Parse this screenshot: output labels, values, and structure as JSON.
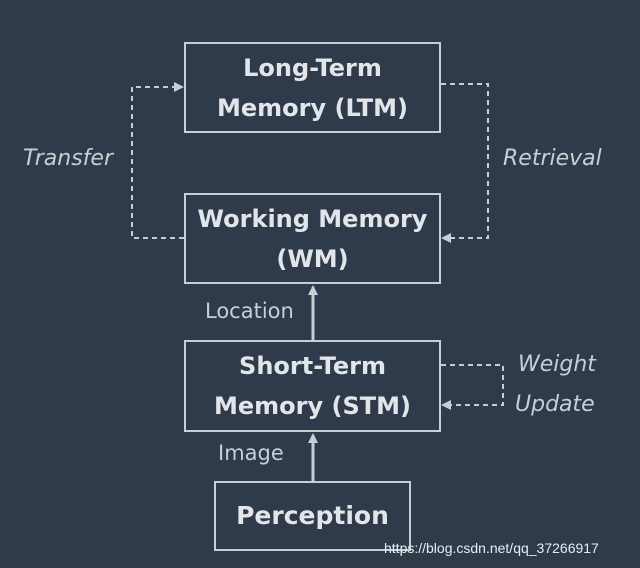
{
  "nodes": {
    "ltm": {
      "line1": "Long-Term",
      "line2": "Memory (LTM)"
    },
    "wm": {
      "line1": "Working Memory",
      "line2": "(WM)"
    },
    "stm": {
      "line1": "Short-Term",
      "line2": "Memory (STM)"
    },
    "perception": {
      "label": "Perception"
    }
  },
  "edge_labels": {
    "transfer": "Transfer",
    "retrieval": "Retrieval",
    "location": "Location",
    "image": "Image",
    "weight_update_line1": "Weight",
    "weight_update_line2": "Update"
  },
  "watermark": "https://blog.csdn.net/qq_37266917",
  "colors": {
    "background": "#2f3b4a",
    "stroke": "#c9ced4",
    "text": "#e2e6ea"
  }
}
